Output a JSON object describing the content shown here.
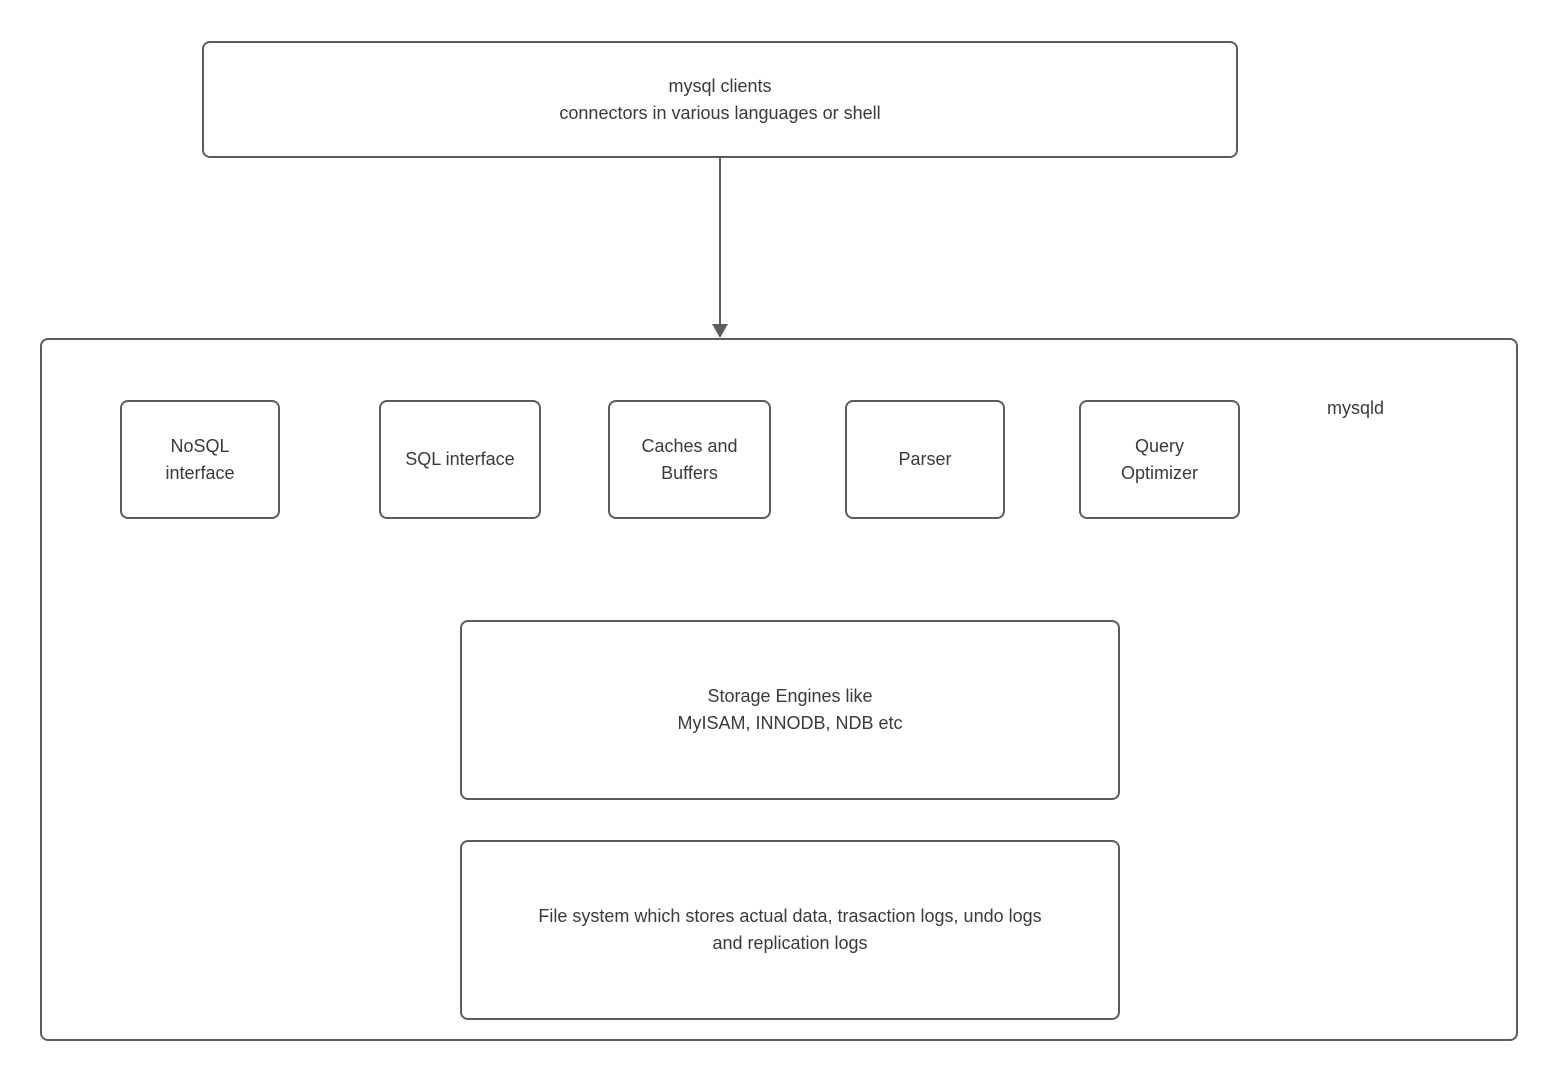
{
  "colors": {
    "background": "#ffffff",
    "border": "#5c5c5c",
    "text": "#3a3a3a",
    "arrow": "#5c5c5c"
  },
  "diagram": {
    "clients_box": {
      "text": "mysql clients\nconnectors in various languages or shell"
    },
    "arrow": {
      "from": "clients-box",
      "to": "server-box",
      "direction": "down"
    },
    "server": {
      "label": "mysqld",
      "components": [
        {
          "label": "NoSQL\ninterface"
        },
        {
          "label": "SQL interface"
        },
        {
          "label": "Caches and\nBuffers"
        },
        {
          "label": "Parser"
        },
        {
          "label": "Query\nOptimizer"
        }
      ],
      "storage_box": {
        "text": "Storage Engines like\nMyISAM, INNODB, NDB etc"
      },
      "filesystem_box": {
        "text": "File system which stores actual data, trasaction logs, undo logs\nand replication logs"
      }
    }
  }
}
